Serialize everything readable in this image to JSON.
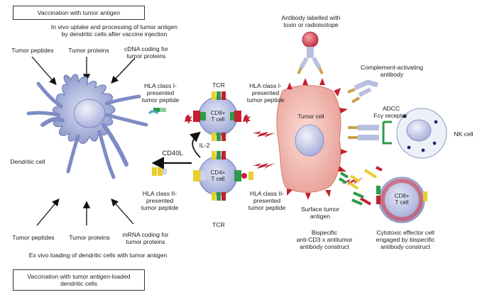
{
  "top_box": "Vaccination with tumor antigen",
  "top_caption": [
    "In vivo uptake and processing of tumor antigen",
    "by dendritic cells after vaccine injection"
  ],
  "top_inputs": {
    "peptides": "Tumor peptides",
    "proteins": "Tumor proteins",
    "cdna": [
      "cDNA coding for",
      "tumor proteins"
    ]
  },
  "bottom_inputs": {
    "peptides": "Tumor  peptides",
    "proteins": "Tumor proteins",
    "mrna": [
      "mRNA coding for",
      "tumor proteins"
    ]
  },
  "bottom_caption": "Ex vivo loading of dendritic cells with tumor antigen",
  "bottom_box": [
    "Vaccination with tumor antigen-loaded",
    "dendritic cells"
  ],
  "dendritic_cell": "Dendritic cell",
  "cd8_cell": [
    "CD8+",
    "T cell"
  ],
  "cd4_cell": [
    "CD4+",
    "T cell"
  ],
  "tumor_cell": "Tumor cell",
  "nk_cell": "NK cell",
  "cd8_effector": [
    "CD8+",
    "T cell"
  ],
  "labels": {
    "tcr_top": "TCR",
    "tcr_bottom": "TCR",
    "hla1_left": [
      "HLA class I-",
      "presented",
      "tumor peptide"
    ],
    "hla1_right": [
      "HLA class I-",
      "presented",
      "tumor peptide"
    ],
    "hla2_left": [
      "HLA class II-",
      "presented",
      "tumor peptide"
    ],
    "hla2_right": [
      "HLA class II-",
      "presented",
      "tumor peptide"
    ],
    "cd40l": "CD40L",
    "il2": "IL-2",
    "antibody_toxin": [
      "Antibody labelled with",
      "toxin or radioisotope"
    ],
    "complement": [
      "Complement-activating",
      "antibody"
    ],
    "adcc": "ADCC",
    "fc_receptor": "Fcγ receptor",
    "surface_antigen": [
      "Surface tumor",
      "antigen"
    ],
    "bispecific": [
      "Bispecific",
      "anti-CD3 x antitumor",
      "antibody construct"
    ],
    "cytotoxic": [
      "Cytotoxic effector cell",
      "engaged by bispecific",
      "antibody construct"
    ]
  },
  "colors": {
    "dendritic": "#9aa6cf",
    "tcell": "#a8b1dc",
    "tumor": "#f2b8b0",
    "nucleus": "#c7cbe6",
    "red": "#c42030",
    "green": "#2e9a4a",
    "yellow": "#e8cf2c"
  }
}
